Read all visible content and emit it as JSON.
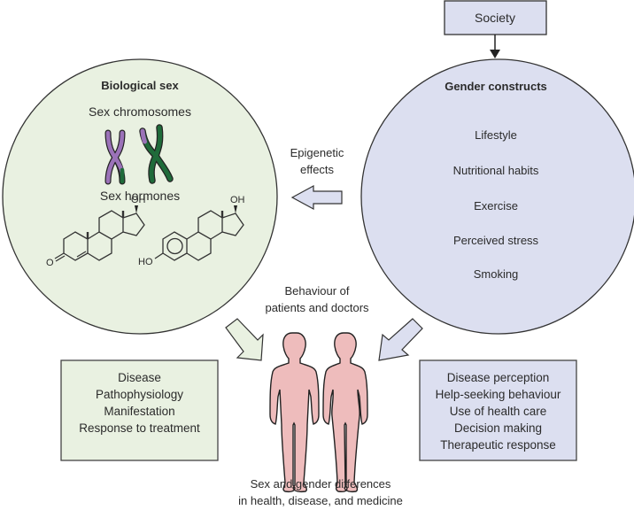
{
  "society": {
    "label": "Society"
  },
  "biological_sex": {
    "title": "Biological sex",
    "chromosomes_label": "Sex chromosomes",
    "hormones_label": "Sex hormones",
    "hormone_labels": {
      "testosterone_oh": "OH",
      "testosterone_o": "O",
      "estradiol_oh": "OH",
      "estradiol_ho": "HO"
    }
  },
  "gender_constructs": {
    "title": "Gender constructs",
    "items": [
      "Lifestyle",
      "Nutritional habits",
      "Exercise",
      "Perceived stress",
      "Smoking"
    ]
  },
  "epigenetic": {
    "line1": "Epigenetic",
    "line2": "effects"
  },
  "behaviour": {
    "line1": "Behaviour of",
    "line2": "patients and doctors"
  },
  "left_box": {
    "items": [
      "Disease",
      "Pathophysiology",
      "Manifestation",
      "Response to treatment"
    ]
  },
  "right_box": {
    "items": [
      "Disease perception",
      "Help-seeking behaviour",
      "Use of health care",
      "Decision making",
      "Therapeutic response"
    ]
  },
  "caption": {
    "line1": "Sex and gender differences",
    "line2": "in health, disease, and medicine"
  },
  "colors": {
    "green_fill": "#e9f1e1",
    "blue_fill": "#dcdff0",
    "body_fill": "#eebcbc",
    "chromosome_purple": "#9b72b8",
    "chromosome_green": "#1f6b3a",
    "stroke": "#333333"
  }
}
